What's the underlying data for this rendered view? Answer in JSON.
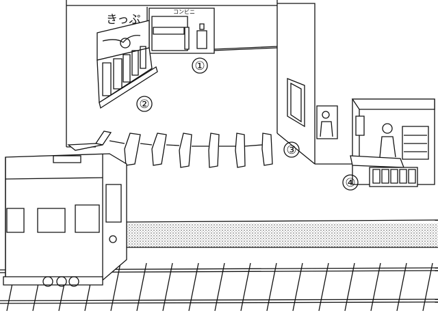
{
  "signs": {
    "ticket": "きっぷ",
    "convenience_store": "コンビニ"
  },
  "markers": [
    {
      "label": "①",
      "target": "convenience-store"
    },
    {
      "label": "②",
      "target": "ticket-machines"
    },
    {
      "label": "③",
      "target": "ticket-gates"
    },
    {
      "label": "④",
      "target": "kiosk"
    }
  ],
  "colors": {
    "line": "#111111",
    "background": "#ffffff",
    "platform_tone": "#cfcfcf"
  }
}
